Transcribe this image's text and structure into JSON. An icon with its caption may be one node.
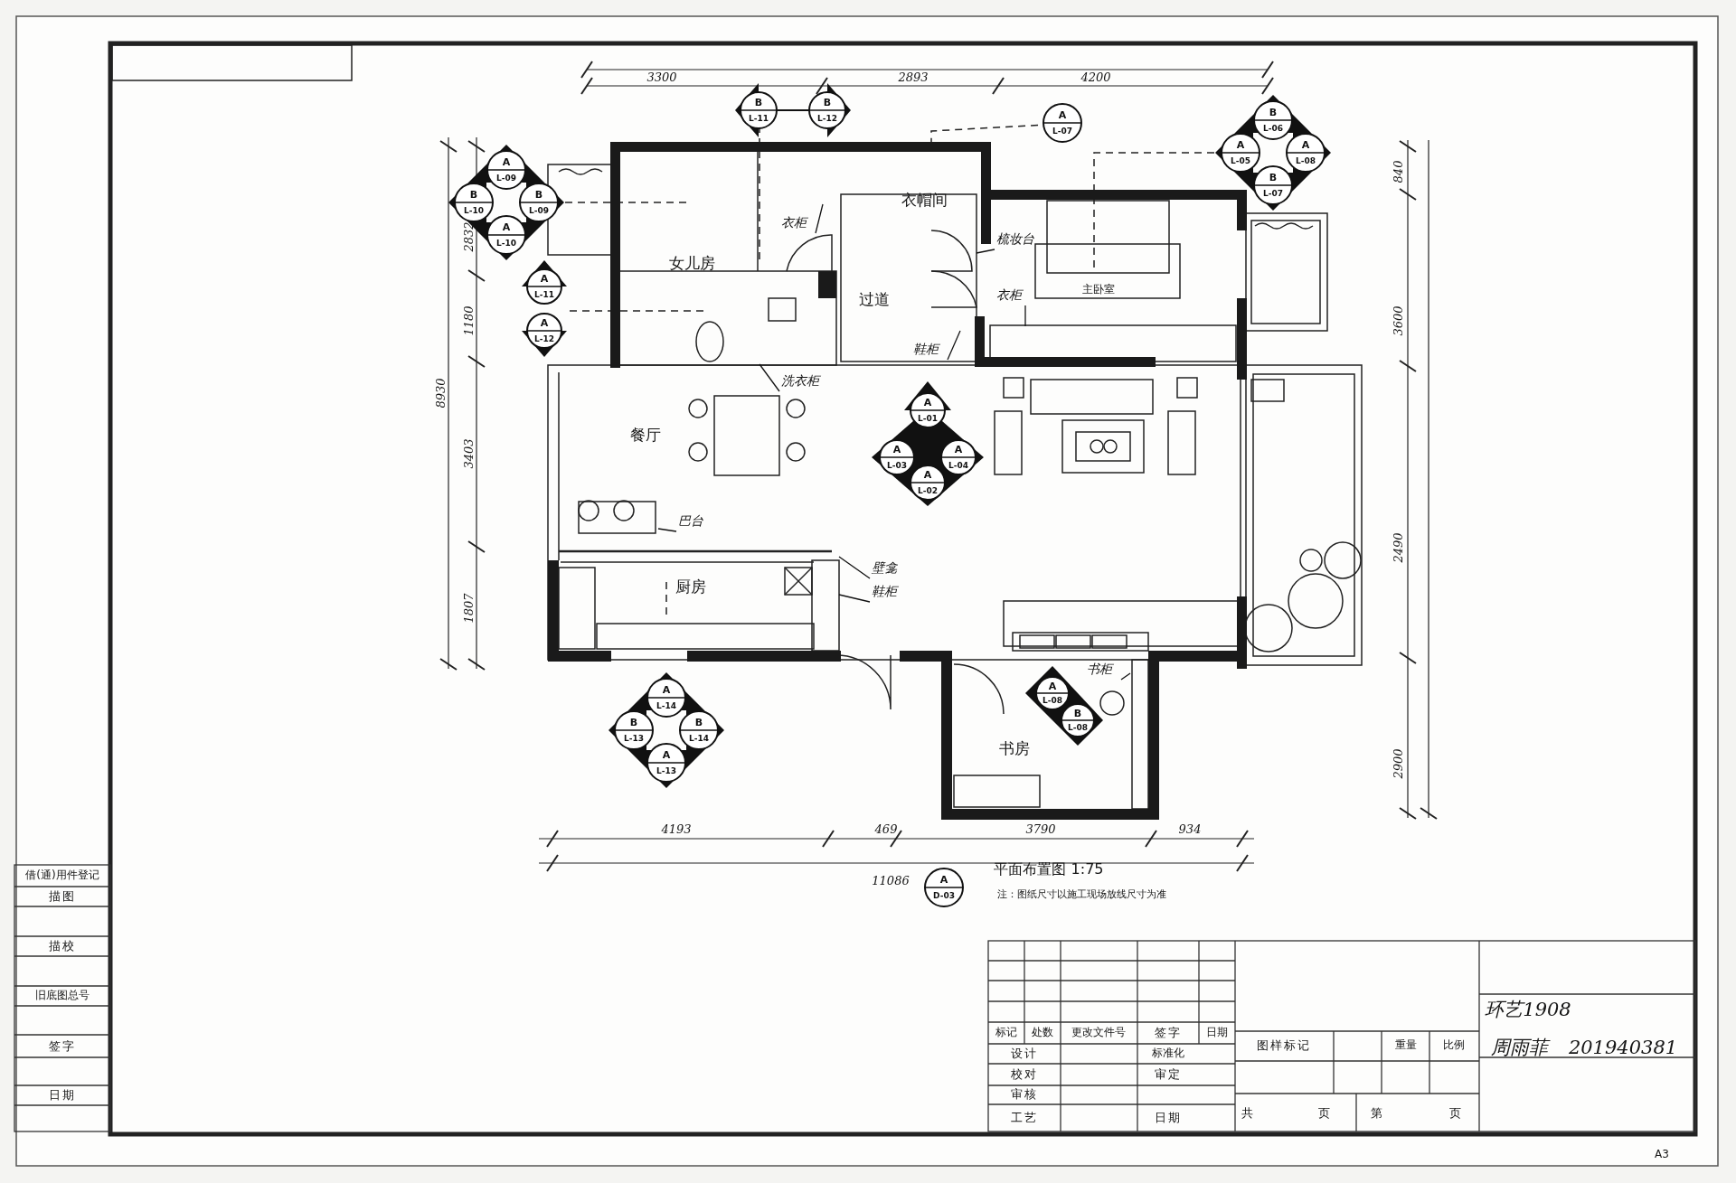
{
  "diagram": {
    "title": "平面布置图 1:75",
    "caption": "注：图纸尺寸以施工现场放线尺寸为准",
    "nodes": [
      {
        "text": [
          "B",
          "L-11",
          "B",
          "L-12"
        ]
      },
      {
        "text": [
          "A",
          "L-07"
        ]
      },
      {
        "text": [
          "B",
          "L-06",
          "A",
          "L-05",
          "A",
          "L-08",
          "B",
          "L-07"
        ]
      },
      {
        "text": [
          "A",
          "L-09",
          "B",
          "L-10",
          "B",
          "L-09",
          "A",
          "L-10"
        ]
      },
      {
        "text": [
          "A",
          "L-11"
        ]
      },
      {
        "text": [
          "A",
          "L-12"
        ]
      },
      {
        "text": [
          "衣柜"
        ]
      },
      {
        "text": [
          "梳妆台"
        ]
      },
      {
        "text": [
          "衣柜"
        ]
      },
      {
        "text": [
          "鞋柜"
        ]
      },
      {
        "text": [
          "洗衣柜"
        ]
      },
      {
        "text": [
          "A",
          "L-01",
          "A",
          "L-03",
          "A",
          "L-04",
          "A",
          "L-02"
        ]
      },
      {
        "text": [
          "巴台"
        ]
      },
      {
        "text": [
          "壁龛"
        ]
      },
      {
        "text": [
          "鞋柜"
        ]
      },
      {
        "text": [
          "书柜"
        ]
      },
      {
        "text": [
          "A",
          "L-14",
          "B",
          "L-13",
          "B",
          "L-14",
          "A",
          "L-13"
        ]
      },
      {
        "text": [
          "A",
          "L-08",
          "B",
          "L-08"
        ]
      },
      {
        "text": [
          "A",
          "D-03"
        ]
      }
    ],
    "edges": [
      {
        "from": 6,
        "to": null,
        "arrow": "none"
      },
      {
        "from": 7,
        "to": null,
        "arrow": "none"
      },
      {
        "from": 8,
        "to": null,
        "arrow": "none"
      },
      {
        "from": 9,
        "to": null,
        "arrow": "none"
      },
      {
        "from": 10,
        "to": null,
        "arrow": "none"
      },
      {
        "from": 12,
        "to": null,
        "arrow": "none"
      },
      {
        "from": 13,
        "to": null,
        "arrow": "none"
      },
      {
        "from": 14,
        "to": null,
        "arrow": "none"
      },
      {
        "from": 15,
        "to": null,
        "arrow": "none"
      }
    ],
    "labels": [
      "3300",
      "2893",
      "4200",
      "8930",
      "2832",
      "1180",
      "3403",
      "1807",
      "840",
      "3600",
      "2490",
      "2900",
      "衣帽间",
      "女儿房",
      "过道",
      "主卧室",
      "餐厅",
      "厨房",
      "书房",
      "4193",
      "469",
      "3790",
      "934",
      "11086",
      "借(通)用件登记",
      "描图",
      "描校",
      "旧底图总号",
      "签字",
      "日期",
      "标记",
      "处数",
      "更改文件号",
      "签字",
      "日期",
      "图样标记",
      "重量",
      "比例",
      "设计",
      "标准化",
      "校对",
      "审定",
      "审核",
      "工艺",
      "日期",
      "共",
      "页",
      "第",
      "页",
      "环艺1908",
      "周雨菲",
      "201940381",
      "A3"
    ]
  }
}
